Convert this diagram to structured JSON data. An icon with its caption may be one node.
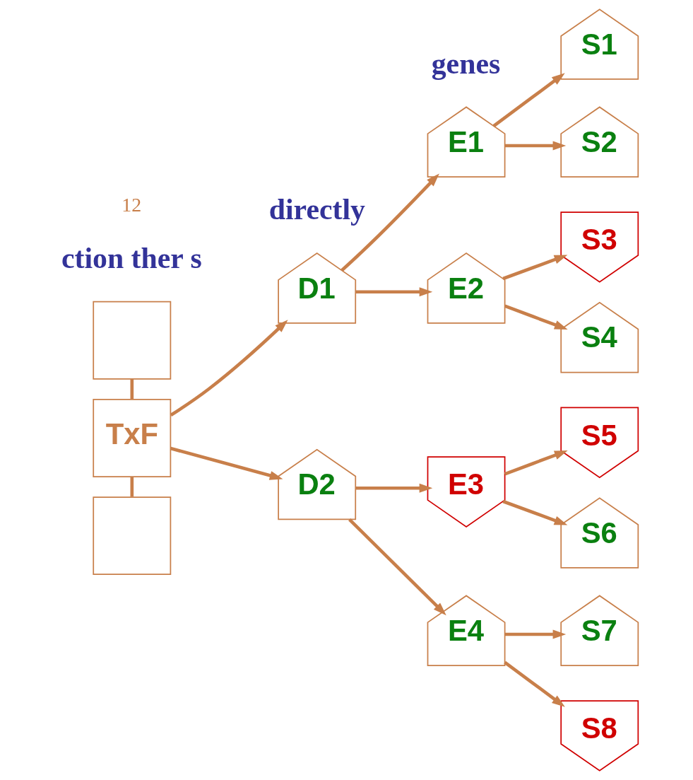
{
  "diagram": {
    "nodes": [
      {
        "text": [],
        "shape": "box"
      },
      {
        "text": [
          "TxF"
        ]
      },
      {
        "text": [],
        "shape": "box"
      },
      {
        "text": [
          "D1"
        ]
      },
      {
        "text": [
          "D2"
        ]
      },
      {
        "text": [
          "E1"
        ]
      },
      {
        "text": [
          "E2"
        ]
      },
      {
        "text": [
          "E3"
        ]
      },
      {
        "text": [
          "E4"
        ]
      },
      {
        "text": [
          "S1"
        ]
      },
      {
        "text": [
          "S2"
        ]
      },
      {
        "text": [
          "S3"
        ]
      },
      {
        "text": [
          "S4"
        ]
      },
      {
        "text": [
          "S5"
        ]
      },
      {
        "text": [
          "S6"
        ]
      },
      {
        "text": [
          "S7"
        ]
      },
      {
        "text": [
          "S8"
        ]
      }
    ],
    "edges": [
      {
        "from": 0,
        "to": 1,
        "arrow": "none"
      },
      {
        "from": 1,
        "to": 2,
        "arrow": "none"
      },
      {
        "from": 1,
        "to": 3,
        "arrow": "to"
      },
      {
        "from": 1,
        "to": 4,
        "arrow": "to"
      },
      {
        "from": 3,
        "to": 5,
        "arrow": "to"
      },
      {
        "from": 3,
        "to": 6,
        "arrow": "to"
      },
      {
        "from": 4,
        "to": 7,
        "arrow": "to"
      },
      {
        "from": 4,
        "to": 8,
        "arrow": "to"
      },
      {
        "from": 5,
        "to": 9,
        "arrow": "to"
      },
      {
        "from": 5,
        "to": 10,
        "arrow": "to"
      },
      {
        "from": 6,
        "to": 11,
        "arrow": "to"
      },
      {
        "from": 6,
        "to": 12,
        "arrow": "to"
      },
      {
        "from": 7,
        "to": 13,
        "arrow": "to"
      },
      {
        "from": 7,
        "to": 14,
        "arrow": "to"
      },
      {
        "from": 8,
        "to": 15,
        "arrow": "to"
      },
      {
        "from": 8,
        "to": 16,
        "arrow": "to"
      }
    ],
    "labels": [
      "ction ther s",
      "directly",
      "genes",
      "12"
    ]
  }
}
